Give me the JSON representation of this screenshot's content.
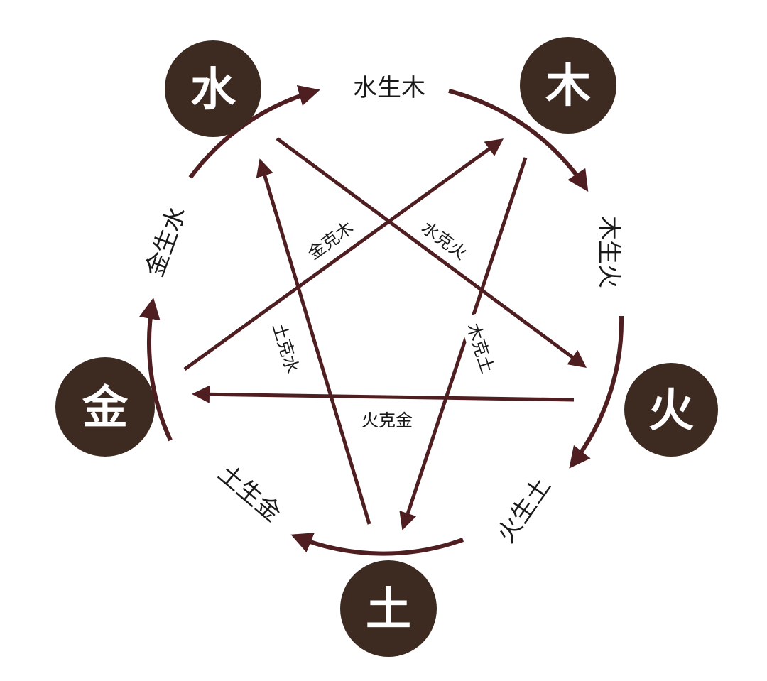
{
  "colors": {
    "line": "#4e1e21",
    "node_fill": "#3d2b22",
    "node_text": "#ffffff",
    "label_text": "#1a1a1a",
    "background": "#ffffff"
  },
  "elements": {
    "water": "水",
    "wood": "木",
    "fire": "火",
    "earth": "土",
    "metal": "金"
  },
  "generating": {
    "water_wood": "水生木",
    "wood_fire": "木生火",
    "fire_earth": "火生土",
    "earth_metal": "土生金",
    "metal_water": "金生水"
  },
  "controlling": {
    "metal_wood": "金克木",
    "water_fire": "水克火",
    "wood_earth": "木克土",
    "earth_water": "土克水",
    "fire_metal": "火克金"
  }
}
